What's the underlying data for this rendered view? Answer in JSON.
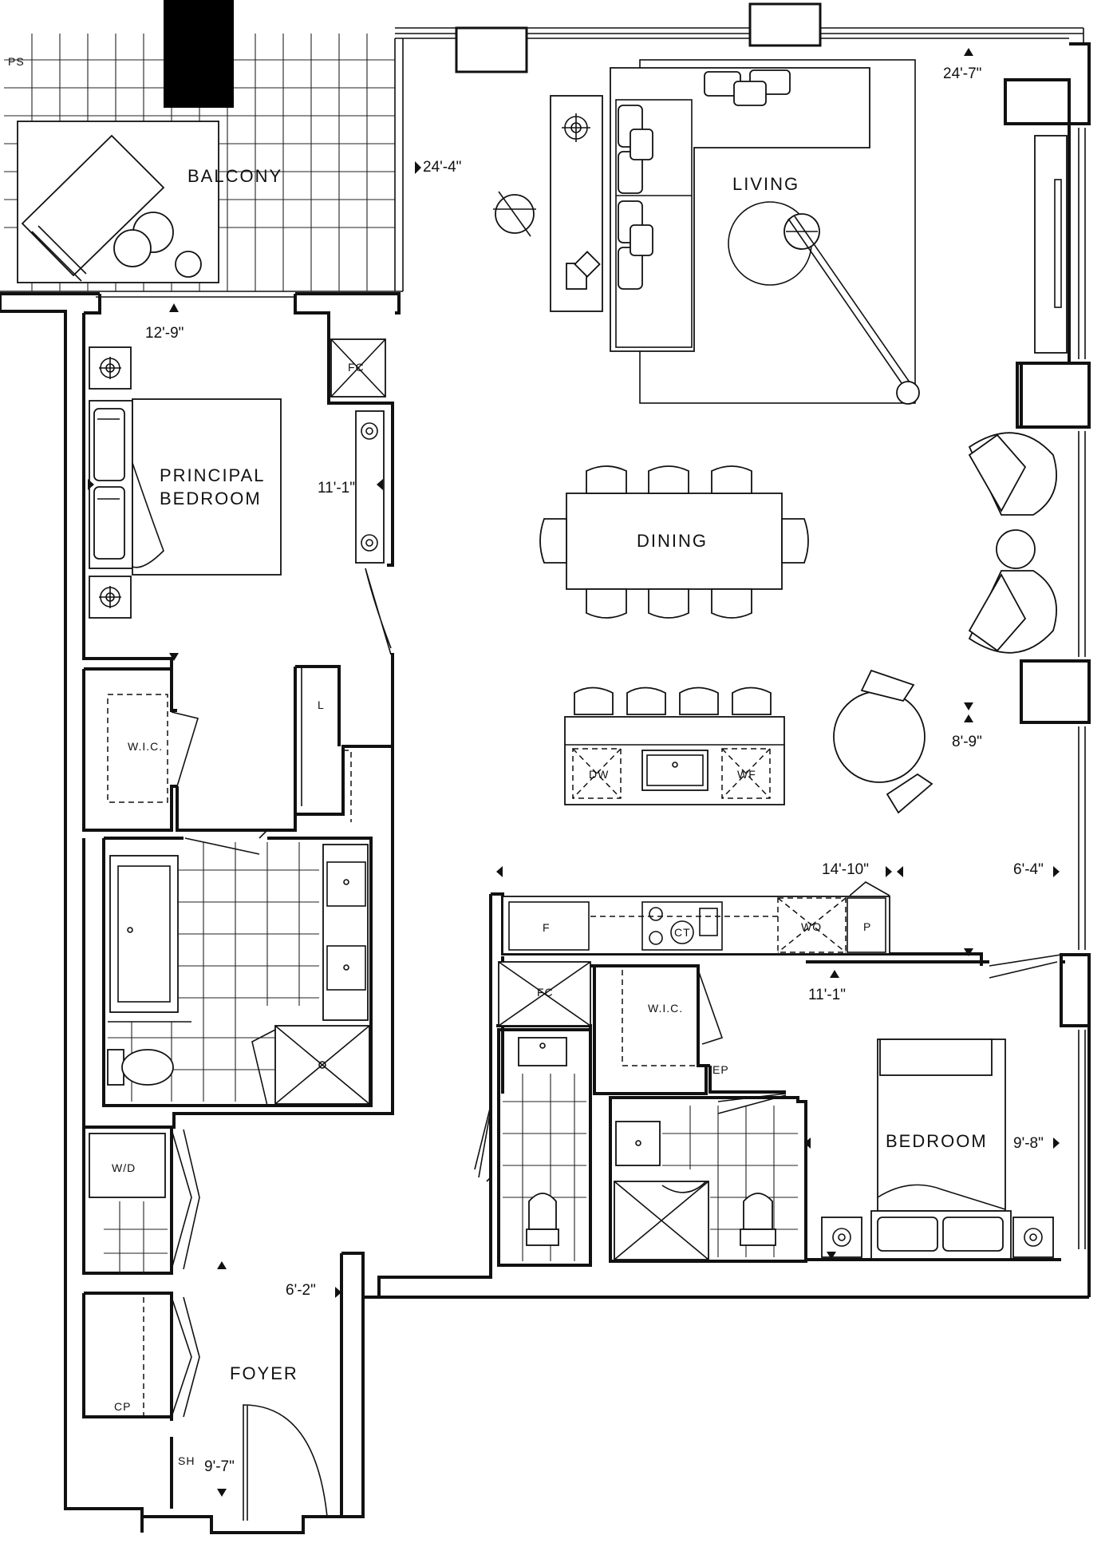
{
  "rooms": {
    "balcony": "BALCONY",
    "living": "LIVING",
    "dining": "DINING",
    "principal_bedroom_line1": "PRINCIPAL",
    "principal_bedroom_line2": "BEDROOM",
    "bedroom": "BEDROOM",
    "foyer": "FOYER"
  },
  "labels": {
    "ps": "PS",
    "fc_principal": "FC",
    "fc_hall": "FC",
    "wic_principal": "W.I.C.",
    "wic_bedroom": "W.I.C.",
    "linen": "L",
    "dw": "DW",
    "wf": "WF",
    "f": "F",
    "ct": "CT",
    "wo": "WO",
    "p": "P",
    "ep": "EP",
    "wd": "W/D",
    "cp": "CP",
    "sh": "SH"
  },
  "dimensions": {
    "balcony_depth": "24'-4\"",
    "balcony_width": "12'-9\"",
    "living_width": "24'-7\"",
    "principal_width": "11'-1\"",
    "dining_depth": "8'-9\"",
    "kitchen_width": "14'-10\"",
    "kitchen_depth": "6'-4\"",
    "bedroom_width": "11'-1\"",
    "bedroom_depth": "9'-8\"",
    "foyer_width": "6'-2\"",
    "foyer_depth": "9'-7\""
  },
  "icons": [
    "wall-outline",
    "balcony-tile-grid",
    "lounge-chair-icon",
    "side-table-icon",
    "sofa-icon",
    "coffee-table-icon",
    "floor-lamp-icon",
    "tv-unit-icon",
    "dining-table-icon",
    "armchair-icon",
    "kitchen-island-icon",
    "sink-icon",
    "bathtub-icon",
    "shower-icon",
    "toilet-icon",
    "bed-icon",
    "door-swing-icon"
  ]
}
